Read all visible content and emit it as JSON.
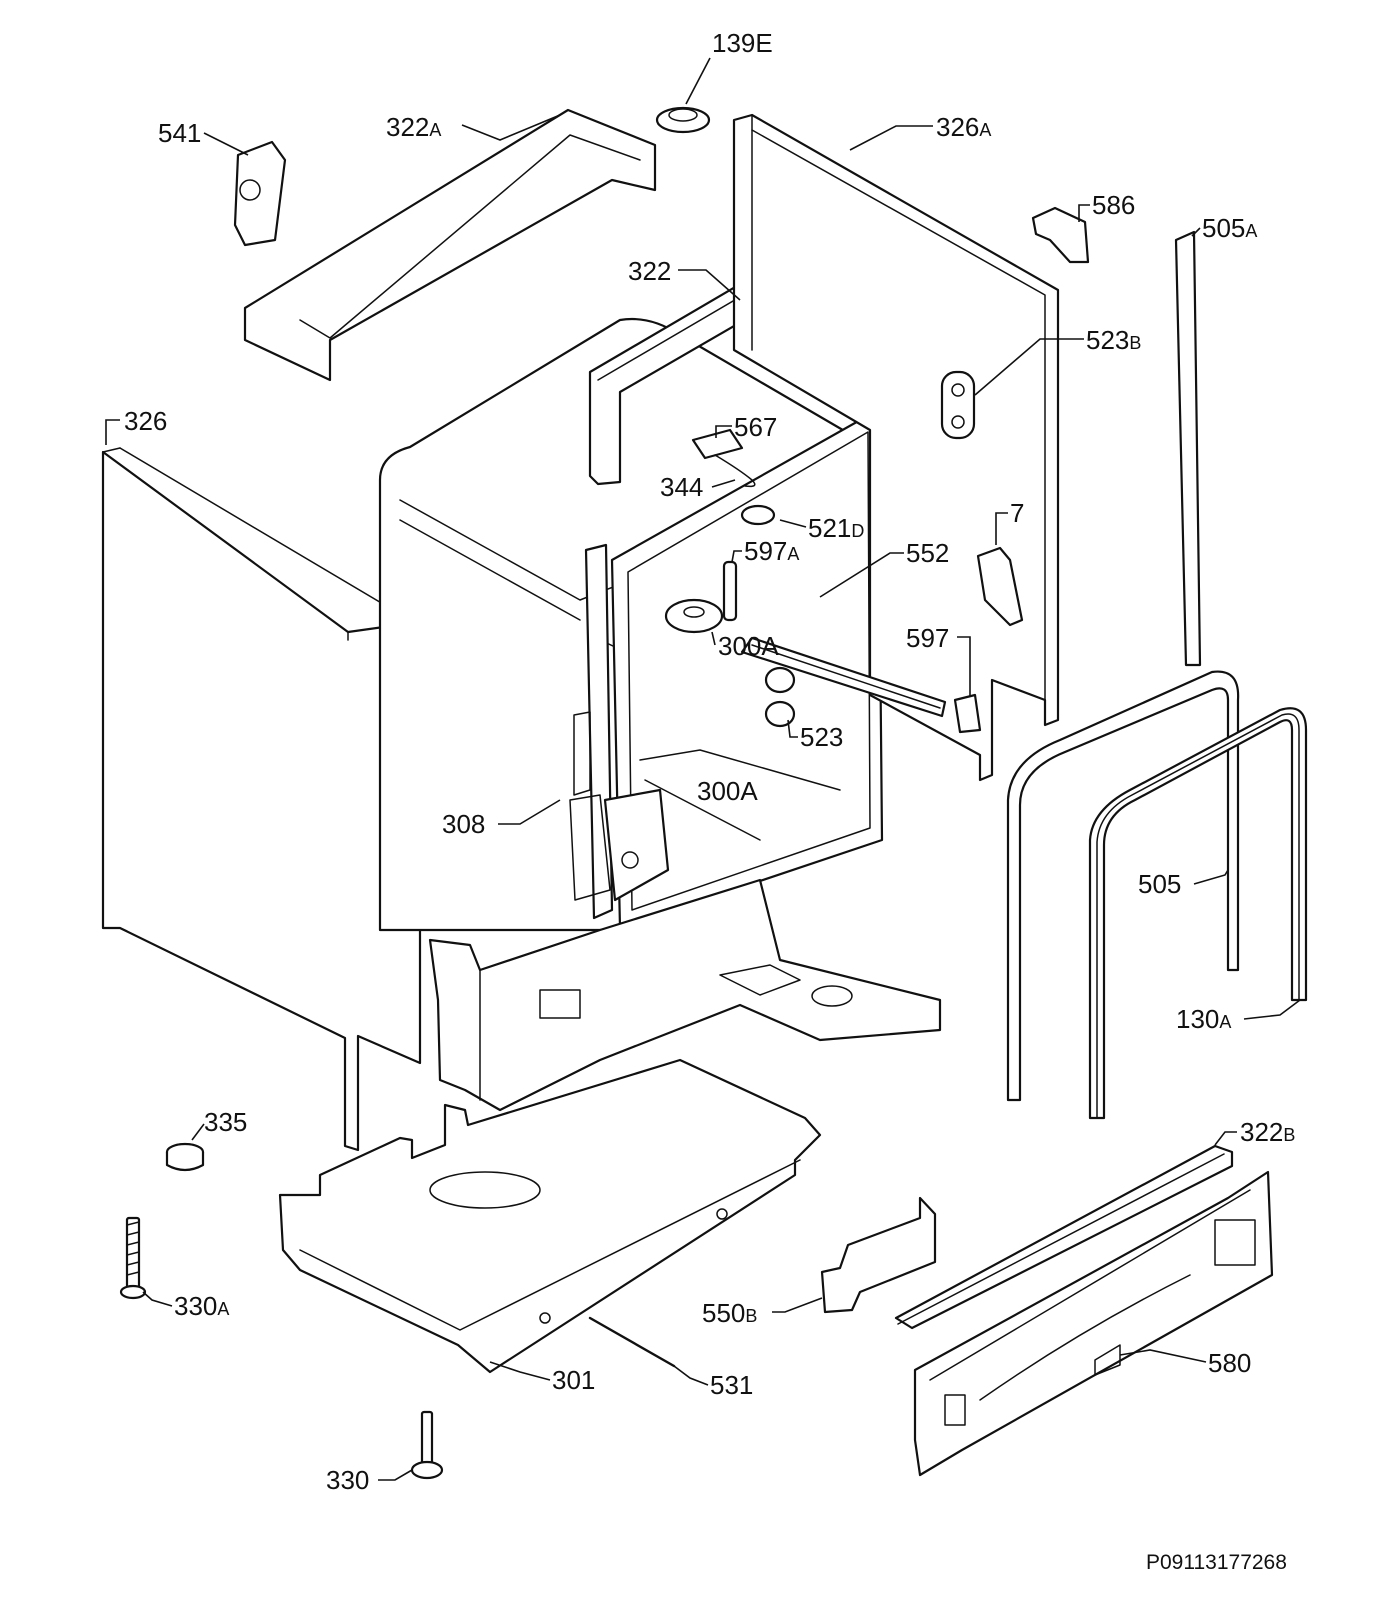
{
  "document_number": "P09113177268",
  "callouts": [
    {
      "id": "139e",
      "num": "139E",
      "suffix": ""
    },
    {
      "id": "541",
      "num": "541",
      "suffix": ""
    },
    {
      "id": "322a",
      "num": "322",
      "suffix": "A"
    },
    {
      "id": "326a",
      "num": "326",
      "suffix": "A"
    },
    {
      "id": "586",
      "num": "586",
      "suffix": ""
    },
    {
      "id": "505a",
      "num": "505",
      "suffix": "A"
    },
    {
      "id": "322",
      "num": "322",
      "suffix": ""
    },
    {
      "id": "523b",
      "num": "523",
      "suffix": "B"
    },
    {
      "id": "326",
      "num": "326",
      "suffix": ""
    },
    {
      "id": "567",
      "num": "567",
      "suffix": ""
    },
    {
      "id": "344",
      "num": "344",
      "suffix": ""
    },
    {
      "id": "521d",
      "num": "521",
      "suffix": "D"
    },
    {
      "id": "7",
      "num": "7",
      "suffix": ""
    },
    {
      "id": "597a",
      "num": "597",
      "suffix": "A"
    },
    {
      "id": "552",
      "num": "552",
      "suffix": ""
    },
    {
      "id": "300a-1",
      "num": "300A",
      "suffix": ""
    },
    {
      "id": "597",
      "num": "597",
      "suffix": ""
    },
    {
      "id": "523",
      "num": "523",
      "suffix": ""
    },
    {
      "id": "300a-2",
      "num": "300A",
      "suffix": ""
    },
    {
      "id": "308",
      "num": "308",
      "suffix": ""
    },
    {
      "id": "505",
      "num": "505",
      "suffix": ""
    },
    {
      "id": "130a",
      "num": "130",
      "suffix": "A"
    },
    {
      "id": "335",
      "num": "335",
      "suffix": ""
    },
    {
      "id": "322b",
      "num": "322",
      "suffix": "B"
    },
    {
      "id": "330a",
      "num": "330",
      "suffix": "A"
    },
    {
      "id": "550b",
      "num": "550",
      "suffix": "B"
    },
    {
      "id": "580",
      "num": "580",
      "suffix": ""
    },
    {
      "id": "301",
      "num": "301",
      "suffix": ""
    },
    {
      "id": "531",
      "num": "531",
      "suffix": ""
    },
    {
      "id": "330",
      "num": "330",
      "suffix": ""
    }
  ]
}
